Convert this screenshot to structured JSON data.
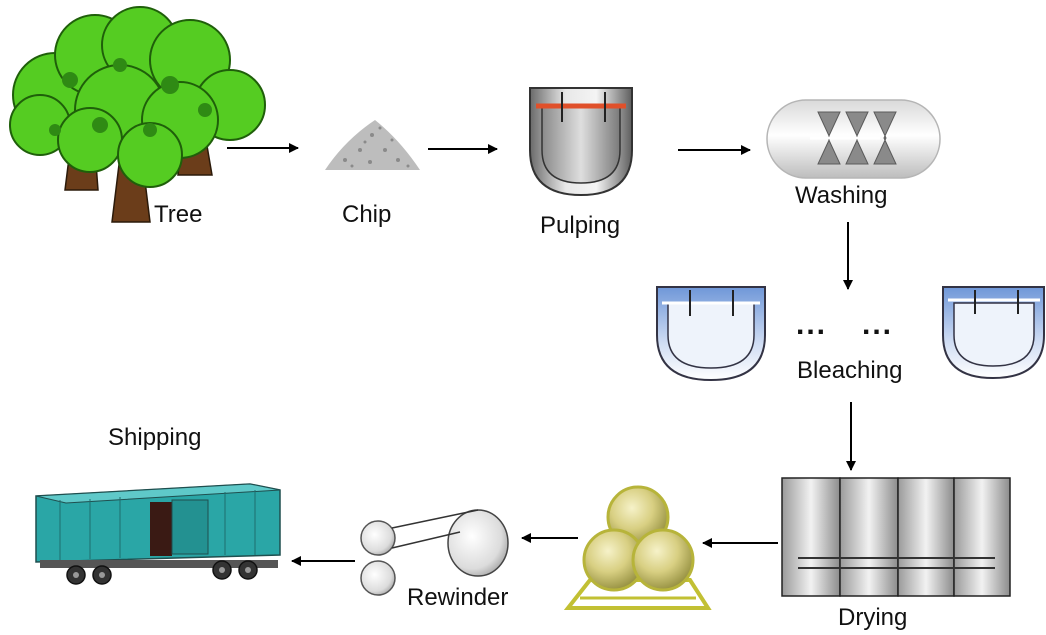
{
  "labels": {
    "tree": "Tree",
    "chip": "Chip",
    "pulping": "Pulping",
    "washing": "Washing",
    "bleaching": "Bleaching",
    "drying": "Drying",
    "rewinder": "Rewinder",
    "shipping": "Shipping"
  },
  "ellipsis": "...",
  "icons": {
    "tree": "tree-icon",
    "chip": "wood-chip-pile-icon",
    "pulping": "pulping-vessel-icon",
    "washing": "washing-drum-icon",
    "bleaching": "bleaching-tank-icon",
    "drying": "drying-cylinders-icon",
    "rolls": "paper-rolls-icon",
    "rewinder": "rewinder-icon",
    "shipping": "boxcar-icon"
  },
  "colors": {
    "arrow": "#000000",
    "foliage": "#55cc22",
    "trunk": "#6b3d1a",
    "pulping_bar": "#e0502a",
    "bleach_fill": "#a9c4ec",
    "rolls": "#c9c36a",
    "boxcar": "#2aa6a6"
  }
}
